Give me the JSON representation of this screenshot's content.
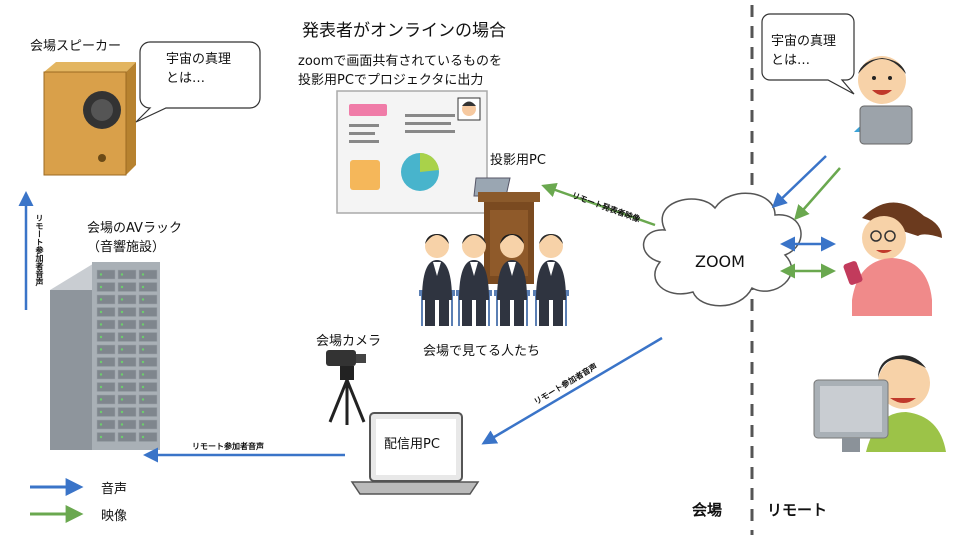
{
  "title": "発表者がオンラインの場合",
  "labels": {
    "venue_speaker": "会場スピーカー",
    "speech_bubble_left": "宇宙の真理\nとは…",
    "speech_bubble_right": "宇宙の真理\nとは…",
    "projector_note": "zoomで画面共有されているものを\n投影用PCでプロジェクタに出力",
    "projection_pc": "投影用PC",
    "av_rack": "会場のAVラック\n（音響施設）",
    "audience": "会場で見てる人たち",
    "venue_camera": "会場カメラ",
    "streaming_pc": "配信用PC",
    "zoom": "ZOOM",
    "venue_side": "会場",
    "remote_side": "リモート"
  },
  "arrow_labels": {
    "remote_presenter_video": "リモート発表者映像",
    "remote_audio_to_pc": "リモート参加者音声",
    "remote_audio_to_rack": "リモート参加者音声",
    "remote_audio_vertical": "リモート参加者音声"
  },
  "legend": [
    {
      "label": "音声",
      "color": "#3a74c8"
    },
    {
      "label": "映像",
      "color": "#6aa84f"
    }
  ],
  "colors": {
    "audio": "#3a74c8",
    "video": "#6aa84f",
    "divider": "#555555"
  }
}
